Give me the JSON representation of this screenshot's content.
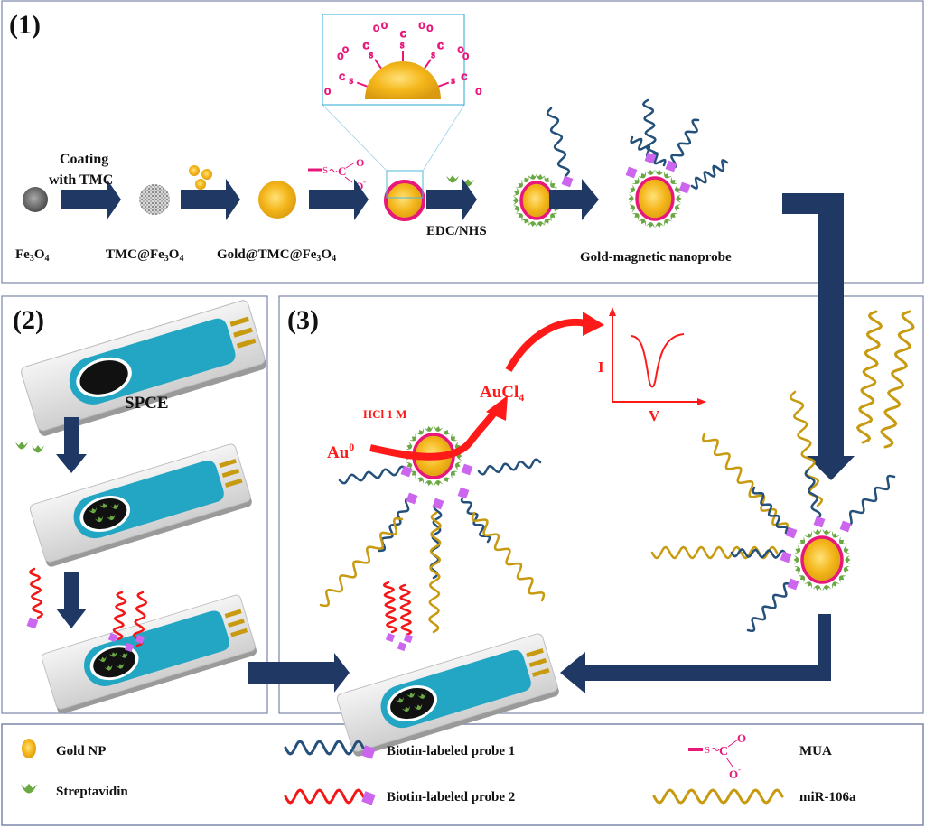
{
  "colors": {
    "panel_border": "#7b86a8",
    "arrow_navy": "#203864",
    "gold": "#f4b61a",
    "gold_dark": "#d89a10",
    "mua_pink": "#e8177a",
    "streptavidin_green": "#6aa843",
    "probe1_blue": "#24507a",
    "probe2_red": "#f21818",
    "mir_gold": "#c79a10",
    "biotin_violet": "#cc66ee",
    "electrode_teal": "#22a6c3",
    "electrode_black": "#111111",
    "signal_red": "#ff1a1a"
  },
  "panel1": {
    "label": "(1)",
    "step_labels": {
      "fe3o4": {
        "base": "Fe",
        "sub1": "3",
        "mid": "O",
        "sub2": "4"
      },
      "tmc_fe3o4": {
        "prefix": "TMC@Fe",
        "sub1": "3",
        "mid": "O",
        "sub2": "4"
      },
      "gold_tmc_fe3o4": {
        "prefix": "Gold@TMC@Fe",
        "sub1": "3",
        "mid": "O",
        "sub2": "4"
      },
      "nanoprobe": "Gold-magnetic nanoprobe"
    },
    "arrow_labels": {
      "coating_line1": "Coating",
      "coating_line2": "with TMC",
      "edc_nhs": "EDC/NHS"
    },
    "mua_inline": {
      "s": "S",
      "c": "C",
      "o_double": "O",
      "o_minus": "O",
      "charge": "-"
    },
    "inset": {
      "s_atom": "S",
      "c_atom": "C",
      "o_atom": "O",
      "charge": "-"
    }
  },
  "panel2": {
    "label": "(2)",
    "electrode_label": "SPCE"
  },
  "panel3": {
    "label": "(3)",
    "au0": {
      "base": "Au",
      "sup": "0"
    },
    "hcl": "HCl 1 M",
    "aucl4": {
      "base": "AuCl",
      "sub": "4"
    },
    "plot": {
      "y_axis": "I",
      "x_axis": "V"
    }
  },
  "legend": {
    "items": [
      {
        "id": "gold-np",
        "label": "Gold NP"
      },
      {
        "id": "streptavidin",
        "label": "Streptavidin"
      },
      {
        "id": "probe1",
        "label": "Biotin-labeled probe 1"
      },
      {
        "id": "probe2",
        "label": "Biotin-labeled probe 2"
      },
      {
        "id": "mua",
        "label": "MUA"
      },
      {
        "id": "mir106a",
        "label": "miR-106a"
      }
    ],
    "mua_symbol": {
      "s": "S",
      "c": "C",
      "o_double": "O",
      "o_minus": "O",
      "charge": "-"
    }
  }
}
